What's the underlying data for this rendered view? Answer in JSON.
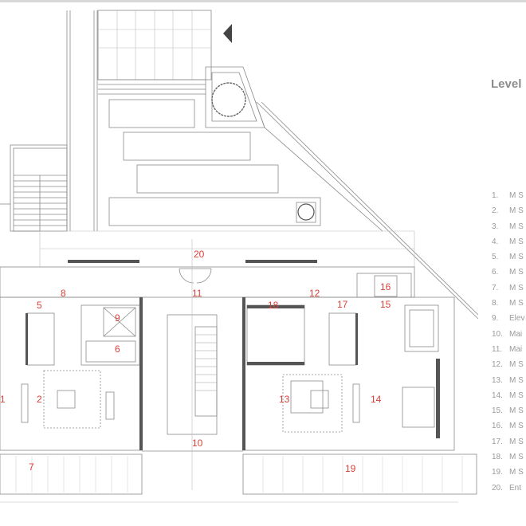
{
  "title": "Level",
  "rooms": [
    "1",
    "2",
    "5",
    "6",
    "7",
    "8",
    "9",
    "10",
    "11",
    "12",
    "13",
    "14",
    "15",
    "16",
    "17",
    "18",
    "19",
    "20"
  ],
  "legend": [
    {
      "num": "1.",
      "label": "M S"
    },
    {
      "num": "2.",
      "label": "M S"
    },
    {
      "num": "3.",
      "label": "M S"
    },
    {
      "num": "4.",
      "label": "M S"
    },
    {
      "num": "5.",
      "label": "M S"
    },
    {
      "num": "6.",
      "label": "M S"
    },
    {
      "num": "7.",
      "label": "M S"
    },
    {
      "num": "8.",
      "label": "M S"
    },
    {
      "num": "9.",
      "label": "Elev"
    },
    {
      "num": "10.",
      "label": "Mai"
    },
    {
      "num": "11.",
      "label": "Mai"
    },
    {
      "num": "12.",
      "label": "M S"
    },
    {
      "num": "13.",
      "label": "M S"
    },
    {
      "num": "14.",
      "label": "M S"
    },
    {
      "num": "15.",
      "label": "M S"
    },
    {
      "num": "16.",
      "label": "M S"
    },
    {
      "num": "17.",
      "label": "M S"
    },
    {
      "num": "18.",
      "label": "M S"
    },
    {
      "num": "19.",
      "label": "M S"
    },
    {
      "num": "20.",
      "label": "Ent"
    }
  ],
  "colors": {
    "room_label": "#d9403a",
    "legend_text": "#9a9a9a",
    "lines": "#8a8a8a"
  },
  "icons": {
    "north": "north-arrow-icon"
  }
}
